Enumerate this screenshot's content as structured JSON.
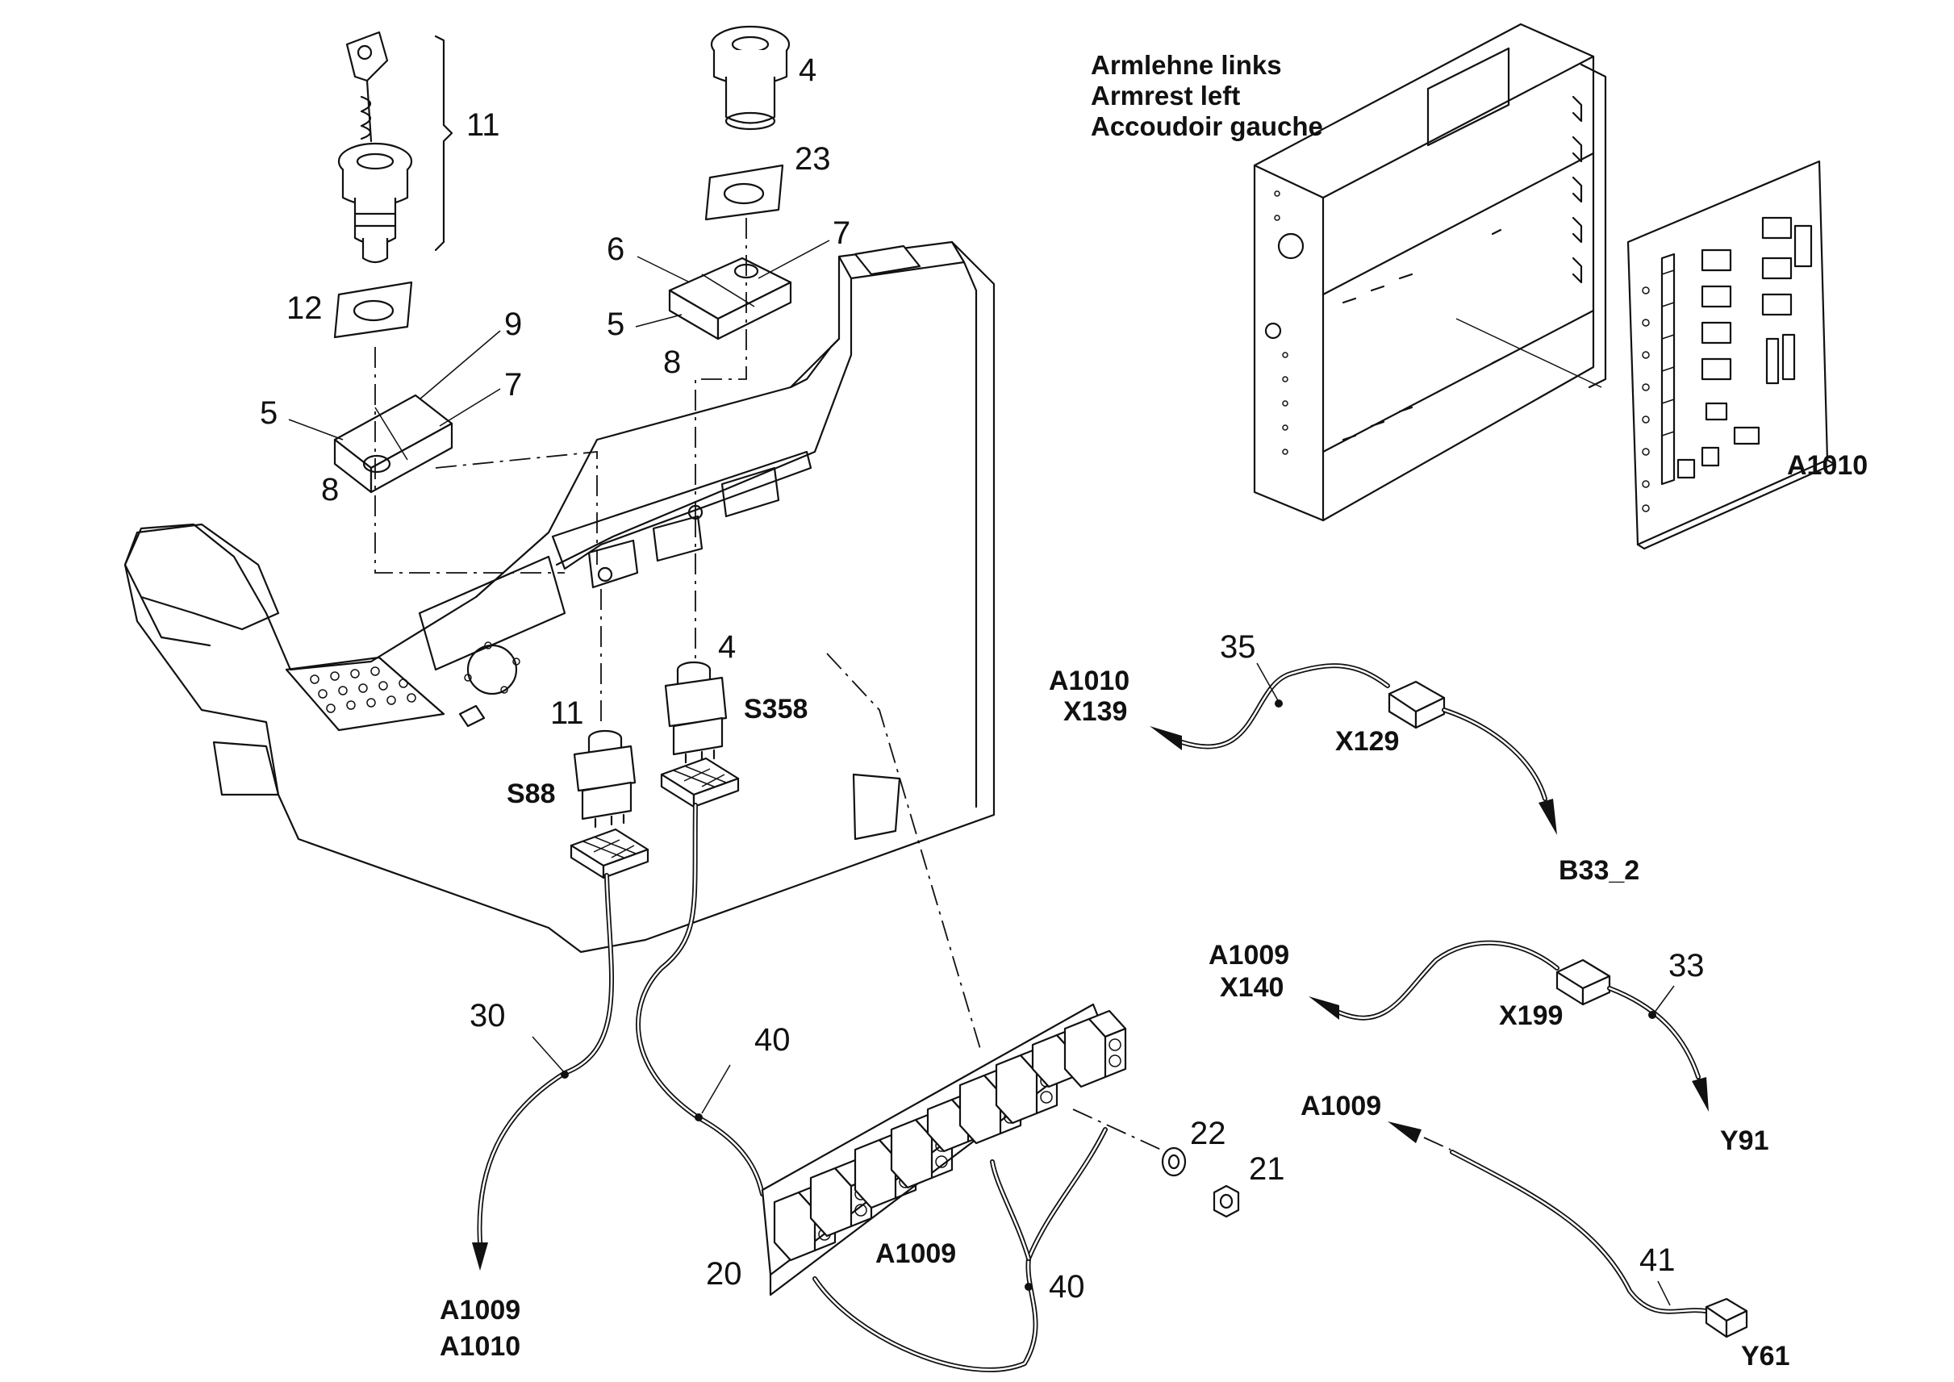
{
  "title": {
    "line1": "Armlehne links",
    "line2": "Armrest left",
    "line3": "Accoudoir gauche"
  },
  "part_numbers": {
    "p11_key": "11",
    "p4_top": "4",
    "p23": "23",
    "p7_right": "7",
    "p6": "6",
    "p5_right": "5",
    "p8_right": "8",
    "p12": "12",
    "p9": "9",
    "p7_left": "7",
    "p5_left": "5",
    "p8_left": "8",
    "p4_switch": "4",
    "p11_switch": "11",
    "p35": "35",
    "p30": "30",
    "p40_top": "40",
    "p40_bottom": "40",
    "p33": "33",
    "p22": "22",
    "p21": "21",
    "p20": "20",
    "p41": "41"
  },
  "references": {
    "a1010_board": "A1010",
    "s358": "S358",
    "s88": "S88",
    "a1010_x139_a": "A1010",
    "a1010_x139_b": "X139",
    "x129": "X129",
    "b33_2": "B33_2",
    "a1009_x140_a": "A1009",
    "a1009_x140_b": "X140",
    "x199": "X199",
    "y91": "Y91",
    "a1009_y61": "A1009",
    "y61": "Y61",
    "a1009_strip": "A1009",
    "to_a1009": "A1009",
    "to_a1010": "A1010"
  }
}
